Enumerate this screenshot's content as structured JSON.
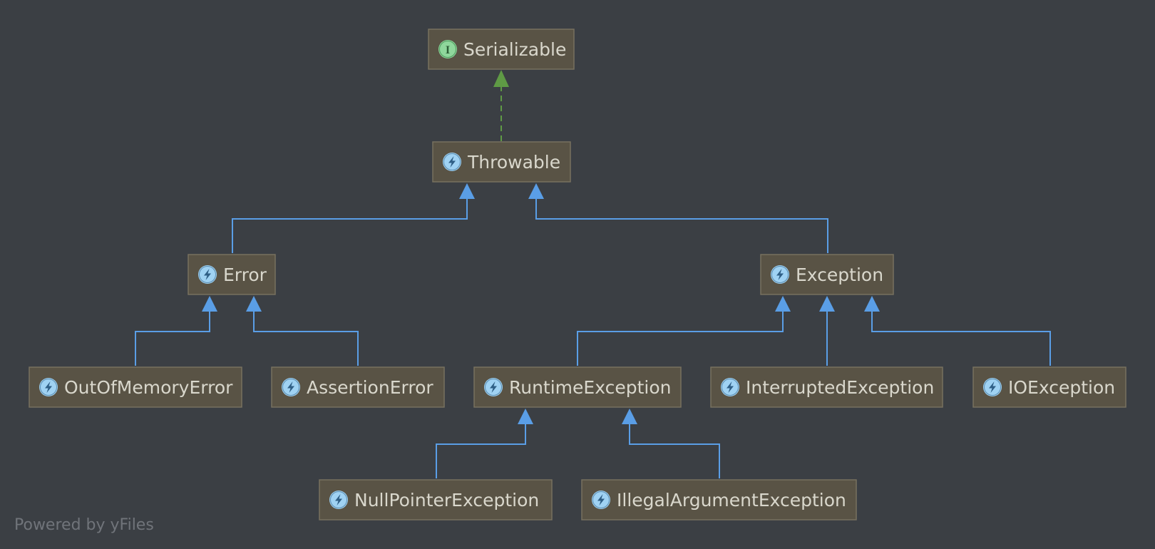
{
  "colors": {
    "background": "#3b3f44",
    "node_fill": "#595345",
    "node_border": "#77715f",
    "node_text": "#d9d7cc",
    "inheritance_edge": "#5a9ee6",
    "implements_edge": "#5f9a45",
    "class_icon": "#9fd2f3",
    "interface_icon": "#8fd79c"
  },
  "nodes": {
    "serializable": {
      "label": "Serializable",
      "kind": "interface",
      "icon": "interface-icon",
      "icon_glyph": "I"
    },
    "throwable": {
      "label": "Throwable",
      "kind": "class",
      "icon": "class-icon"
    },
    "error": {
      "label": "Error",
      "kind": "class",
      "icon": "class-icon"
    },
    "exception": {
      "label": "Exception",
      "kind": "class",
      "icon": "class-icon"
    },
    "out_of_memory_error": {
      "label": "OutOfMemoryError",
      "kind": "class",
      "icon": "class-icon"
    },
    "assertion_error": {
      "label": "AssertionError",
      "kind": "class",
      "icon": "class-icon"
    },
    "runtime_exception": {
      "label": "RuntimeException",
      "kind": "class",
      "icon": "class-icon"
    },
    "interrupted_exception": {
      "label": "InterruptedException",
      "kind": "class",
      "icon": "class-icon"
    },
    "io_exception": {
      "label": "IOException",
      "kind": "class",
      "icon": "class-icon"
    },
    "null_pointer_exception": {
      "label": "NullPointerException",
      "kind": "class",
      "icon": "class-icon"
    },
    "illegal_argument_exception": {
      "label": "IllegalArgumentException",
      "kind": "class",
      "icon": "class-icon"
    }
  },
  "edges": [
    {
      "from": "throwable",
      "to": "serializable",
      "type": "implements"
    },
    {
      "from": "error",
      "to": "throwable",
      "type": "extends"
    },
    {
      "from": "exception",
      "to": "throwable",
      "type": "extends"
    },
    {
      "from": "out_of_memory_error",
      "to": "error",
      "type": "extends"
    },
    {
      "from": "assertion_error",
      "to": "error",
      "type": "extends"
    },
    {
      "from": "runtime_exception",
      "to": "exception",
      "type": "extends"
    },
    {
      "from": "interrupted_exception",
      "to": "exception",
      "type": "extends"
    },
    {
      "from": "io_exception",
      "to": "exception",
      "type": "extends"
    },
    {
      "from": "null_pointer_exception",
      "to": "runtime_exception",
      "type": "extends"
    },
    {
      "from": "illegal_argument_exception",
      "to": "runtime_exception",
      "type": "extends"
    }
  ],
  "footer": {
    "text": "Powered by yFiles"
  }
}
